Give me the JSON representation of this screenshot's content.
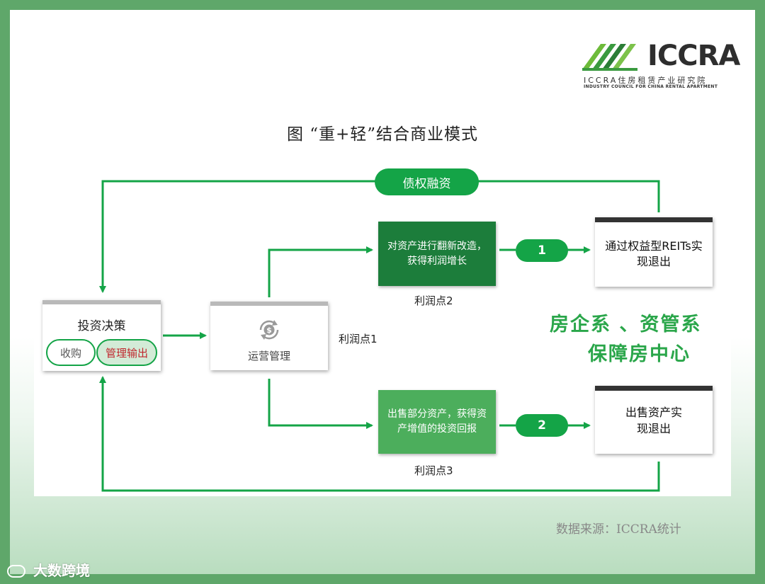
{
  "logo": {
    "mark_text": "ICCRA",
    "cn": "ICCRA住房租赁产业研究院",
    "en": "INDUSTRY COUNCIL FOR CHINA RENTAL APARTMENT"
  },
  "title": "图  “重+轻”结合商业模式",
  "nodes": {
    "debt_financing": "债权融资",
    "invest_decision": "投资决策",
    "acquire": "收购",
    "mgmt_output": "管理输出",
    "operations": "运营管理",
    "renovate": "对资产进行翻新改造，获得利润增长",
    "sell_part": "出售部分资产，获得资产增值的投资回报",
    "exit_reits": "通过权益型REITs实现退出",
    "exit_sale": "出售资产实现退出",
    "step1": "1",
    "step2": "2"
  },
  "labels": {
    "profit1": "利润点1",
    "profit2": "利润点2",
    "profit3": "利润点3"
  },
  "highlight": {
    "line1": "房企系 、资管系",
    "line2": "保障房中心"
  },
  "source": "数据来源：ICCRA统计",
  "watermark": "大数跨境",
  "colors": {
    "primary_green": "#14a447",
    "dark_green": "#1c7d3b",
    "mid_green": "#4cae5c",
    "frame_green": "#5fa76a"
  }
}
